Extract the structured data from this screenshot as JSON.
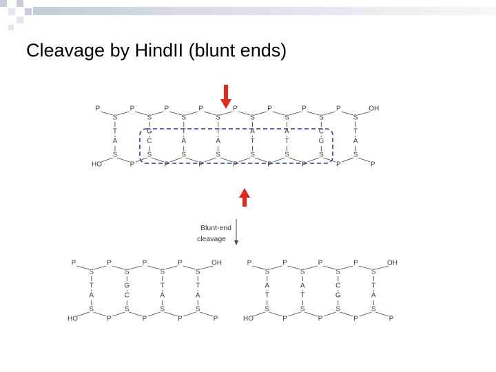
{
  "title": "Cleavage by HindII (blunt ends)",
  "colors": {
    "square_dark": "#c9cdd9",
    "square_light": "#e4e7ee",
    "arrow": "#e0281c",
    "box": "#2c3e8c",
    "line": "#444444"
  },
  "diagram": {
    "arrow_label": [
      "Blunt-end",
      "cleavage"
    ],
    "top_strand": {
      "top_labels": [
        "P",
        "P",
        "P",
        "P",
        "P",
        "P",
        "P",
        "P",
        "OH"
      ],
      "top_bases": [
        "T",
        "G",
        "T",
        "T",
        "A",
        "A",
        "C",
        "T"
      ],
      "bottom_bases": [
        "A",
        "C",
        "A",
        "A",
        "T",
        "T",
        "G",
        "A"
      ],
      "bottom_labels": [
        "HO",
        "P",
        "P",
        "P",
        "P",
        "P",
        "P",
        "P",
        "P"
      ]
    },
    "left_fragment": {
      "top_labels": [
        "P",
        "P",
        "P",
        "P",
        "OH"
      ],
      "top_bases": [
        "T",
        "G",
        "T",
        "T"
      ],
      "bottom_bases": [
        "A",
        "C",
        "A",
        "A"
      ],
      "bottom_labels": [
        "HO",
        "P",
        "P",
        "P",
        "P"
      ]
    },
    "right_fragment": {
      "top_labels": [
        "P",
        "P",
        "P",
        "P",
        "OH"
      ],
      "top_bases": [
        "A",
        "A",
        "C",
        "T"
      ],
      "bottom_bases": [
        "T",
        "T",
        "G",
        "A"
      ],
      "bottom_labels": [
        "HO",
        "P",
        "P",
        "P",
        "P"
      ]
    }
  }
}
